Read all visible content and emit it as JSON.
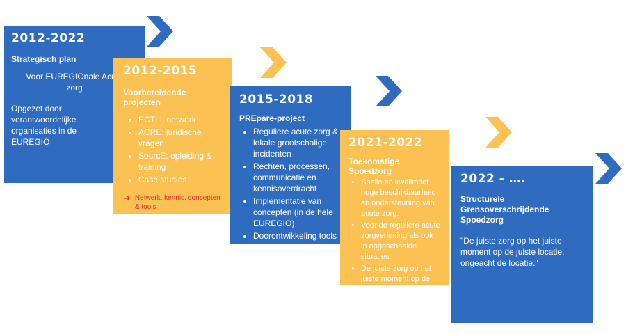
{
  "colors": {
    "blue": "#2f6cc0",
    "yellow": "#fbc153",
    "red": "#e2322b"
  },
  "cards": [
    {
      "period": "2012-2022",
      "title": "Strategisch plan",
      "subtitle": "Voor EUREGIOnale Acute zorg",
      "body": "Opgezet door verantwoordelijke organisaties in de EUREGIO"
    },
    {
      "period": "2012-2015",
      "title": "Voorbereidende projecten",
      "items": [
        "ECTLI: netwerk",
        "ACRE: juridische vragen",
        "SourcE: opleiding & training",
        "Case studies"
      ],
      "outcome": "Netwerk, kennis, concepten & tools"
    },
    {
      "period": "2015-2018",
      "title": "PREpare-project",
      "items": [
        "Reguliere acute zorg & lokale grootschalige incidenten",
        "Rechten, processen, communicatie en kennisoverdracht",
        "Implementatie van concepten (in de hele EUREGIO)",
        "Doorontwikkeling tools"
      ]
    },
    {
      "period": "2021-2022",
      "title": "Toekomstige Spoedzorg",
      "items": [
        "Snelle en kwalitatief hoge beschikbaarheid en ondersteuning van acute zorg.",
        "Voor de reguliere acute zorgverlening als ook in opgeschaalde situaties.",
        "De juiste zorg op het juiste moment op de juiste locatie."
      ]
    },
    {
      "period": "2022 - ….",
      "title": "Structurele Grensoverschrijdende Spoedzorg",
      "quote": "\"De juiste zorg op het juiste moment op de juiste locatie, ongeacht de locatie.\""
    }
  ]
}
